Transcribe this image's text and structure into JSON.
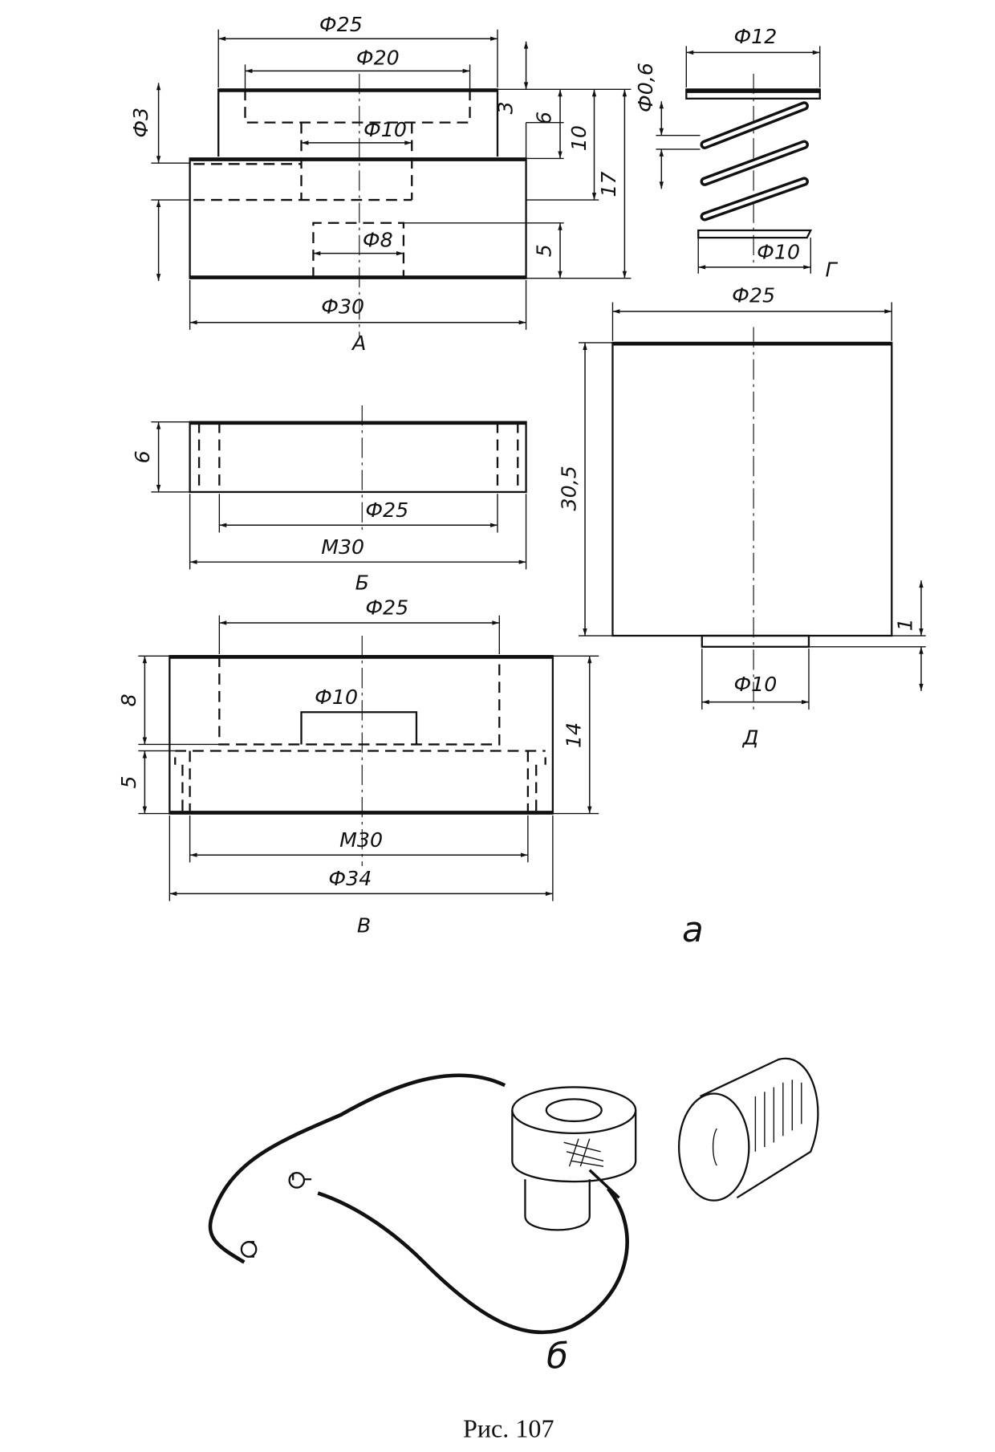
{
  "part_a": {
    "d_outer_top": "Ф25",
    "d_inner_top": "Ф20",
    "d_bore": "Ф10",
    "d_side_hole": "Ф3",
    "h3": "3",
    "h6": "6",
    "h10": "10",
    "h17": "17",
    "d_bottom_bore": "Ф8",
    "h5": "5",
    "d_base": "Ф30",
    "label": "А"
  },
  "part_g": {
    "d_outer": "Ф12",
    "d_wire": "Ф0,6",
    "d_inner": "Ф10",
    "label": "Г"
  },
  "part_d": {
    "d_outer": "Ф25",
    "height": "30,5",
    "tab_h": "1",
    "d_tab": "Ф10",
    "label": "Д"
  },
  "part_b": {
    "height": "6",
    "d_inner": "Ф25",
    "thread": "М30",
    "label": "Б"
  },
  "part_v": {
    "d_recess": "Ф25",
    "h8": "8",
    "d_hole": "Ф10",
    "h14": "14",
    "h5": "5",
    "thread": "М30",
    "d_outer": "Ф34",
    "label": "В"
  },
  "sub_a": "а",
  "sub_b": "б",
  "caption": "Рис. 107"
}
